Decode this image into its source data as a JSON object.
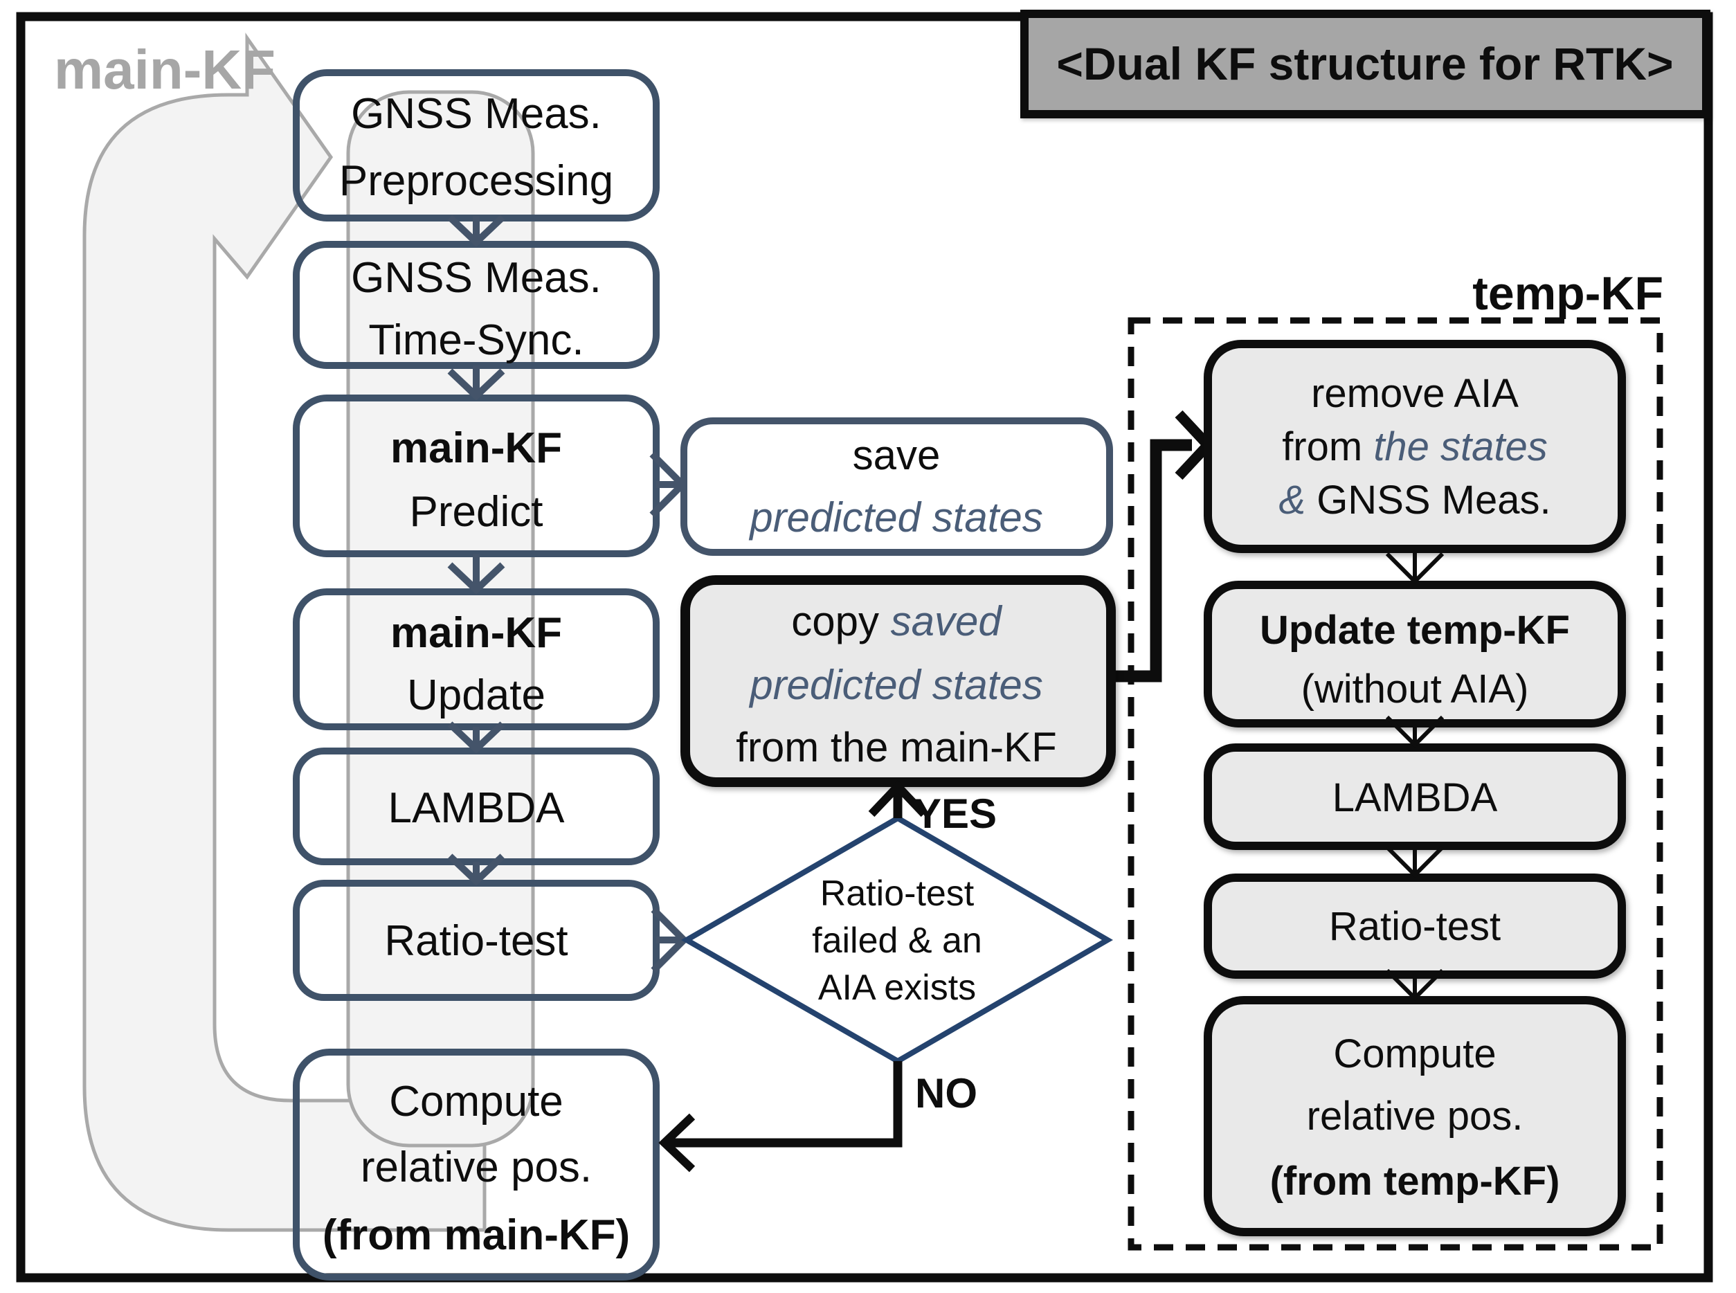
{
  "title": "<Dual KF structure for RTK>",
  "labels": {
    "main_loop": "main-KF",
    "temp_group": "temp-KF",
    "yes": "YES",
    "no": "NO"
  },
  "colors": {
    "slate_border": "#3f5269",
    "slate_arrow": "#44546a",
    "slate_italic_text": "#4a5d78",
    "diamond_border": "#24436e",
    "box_gray_fill": "#e9e9e9",
    "band_fill": "#f3f3f3",
    "band_stroke": "#a9a9a9",
    "title_fill": "#a6a6a6",
    "gray_label_text": "#a6a6a6",
    "black": "#0d0d0d"
  },
  "main_flow": {
    "preprocessing": {
      "l1": "GNSS Meas.",
      "l2": "Preprocessing"
    },
    "timesync": {
      "l1": "GNSS Meas.",
      "l2": "Time-Sync."
    },
    "predict": {
      "l1": "main-KF",
      "l2": "Predict"
    },
    "update": {
      "l1": "main-KF",
      "l2": "Update"
    },
    "lambda": {
      "l1": "LAMBDA"
    },
    "ratiotest": {
      "l1": "Ratio-test"
    },
    "compute": {
      "l1": "Compute",
      "l2": "relative pos.",
      "l3": "(from main-KF)"
    }
  },
  "middle": {
    "save_box": {
      "l1": "save",
      "l2": "predicted states"
    },
    "copy_box": {
      "l1a": "copy ",
      "l1b": "saved",
      "l2": "predicted states",
      "l3": "from the main-KF"
    },
    "decision": {
      "l1": "Ratio-test",
      "l2": "failed & an",
      "l3": "AIA exists"
    }
  },
  "temp_flow": {
    "remove": {
      "l1": "remove AIA",
      "l2a": "from ",
      "l2b": "the states",
      "l3a": "& ",
      "l3b": "GNSS Meas."
    },
    "update": {
      "l1": "Update temp-KF",
      "l2": "(without AIA)"
    },
    "lambda": {
      "l1": "LAMBDA"
    },
    "ratiotest": {
      "l1": "Ratio-test"
    },
    "compute": {
      "l1": "Compute",
      "l2": "relative pos.",
      "l3": "(from temp-KF)"
    }
  }
}
